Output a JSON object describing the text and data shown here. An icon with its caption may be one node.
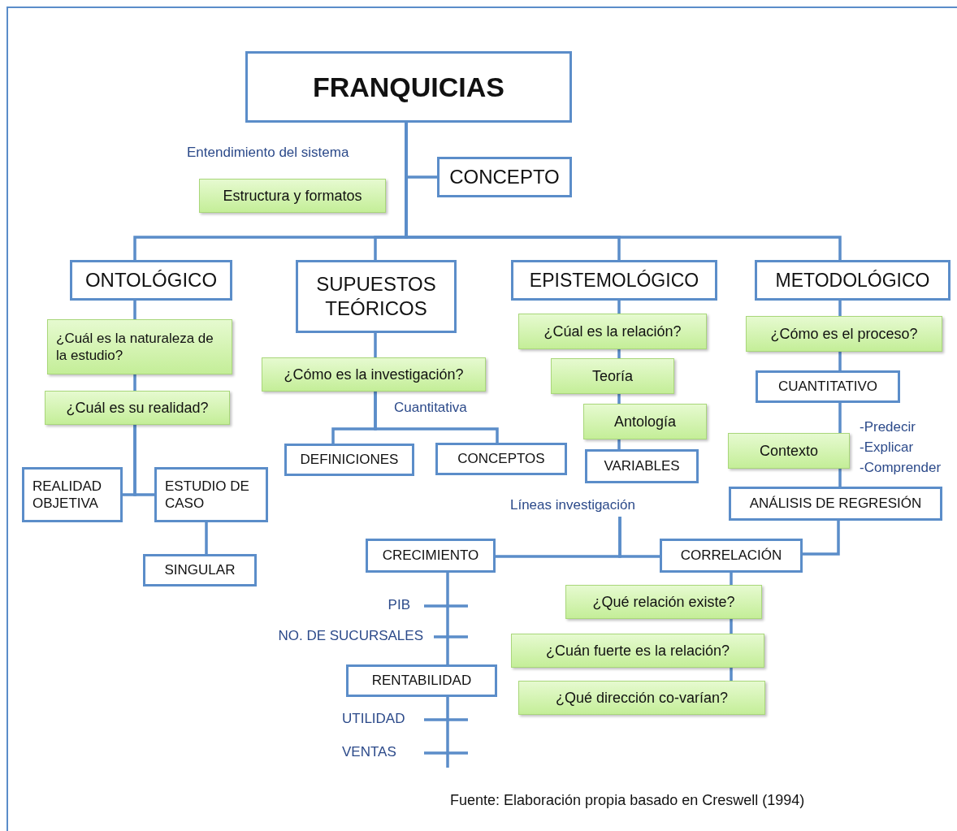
{
  "diagram": {
    "caption": "Fuente: Elaboración propia basado en Creswell (1994)",
    "nodes": [
      {
        "text": [
          "FRANQUICIAS"
        ]
      },
      {
        "text": [
          "CONCEPTO"
        ]
      },
      {
        "text": [
          "Estructura y formatos"
        ]
      },
      {
        "text": [
          "ONTOLÓGICO"
        ]
      },
      {
        "text": [
          "SUPUESTOS TEÓRICOS"
        ]
      },
      {
        "text": [
          "EPISTEMOLÓGICO"
        ]
      },
      {
        "text": [
          "METODOLÓGICO"
        ]
      },
      {
        "text": [
          "¿Cuál es la naturaleza de la estudio?"
        ]
      },
      {
        "text": [
          "¿Cuál es su realidad?"
        ]
      },
      {
        "text": [
          "REALIDAD OBJETIVA"
        ]
      },
      {
        "text": [
          "ESTUDIO DE CASO"
        ]
      },
      {
        "text": [
          "SINGULAR"
        ]
      },
      {
        "text": [
          "¿Cómo es la investigación?"
        ]
      },
      {
        "text": [
          "DEFINICIONES"
        ]
      },
      {
        "text": [
          "CONCEPTOS"
        ]
      },
      {
        "text": [
          "¿Cúal es la relación?"
        ]
      },
      {
        "text": [
          "Teoría"
        ]
      },
      {
        "text": [
          "Antología"
        ]
      },
      {
        "text": [
          "VARIABLES"
        ]
      },
      {
        "text": [
          "¿Cómo es el proceso?"
        ]
      },
      {
        "text": [
          "CUANTITATIVO"
        ]
      },
      {
        "text": [
          "Contexto"
        ]
      },
      {
        "text": [
          "ANÁLISIS DE REGRESIÓN"
        ]
      },
      {
        "text": [
          "CRECIMIENTO"
        ]
      },
      {
        "text": [
          "CORRELACIÓN"
        ]
      },
      {
        "text": [
          "¿Qué relación existe?"
        ]
      },
      {
        "text": [
          "¿Cuán fuerte es la relación?"
        ]
      },
      {
        "text": [
          "¿Qué dirección co-varían?"
        ]
      },
      {
        "text": [
          "RENTABILIDAD"
        ]
      },
      {
        "text": [
          "Líneas investigación"
        ]
      }
    ],
    "edges": [
      {
        "from": 0,
        "to": 1,
        "arrow": "none"
      },
      {
        "from": 0,
        "to": 3,
        "arrow": "none"
      },
      {
        "from": 0,
        "to": 4,
        "arrow": "none"
      },
      {
        "from": 0,
        "to": 5,
        "arrow": "none"
      },
      {
        "from": 0,
        "to": 6,
        "arrow": "none"
      },
      {
        "from": 3,
        "to": 7,
        "arrow": "none"
      },
      {
        "from": 7,
        "to": 8,
        "arrow": "none"
      },
      {
        "from": 8,
        "to": 9,
        "arrow": "none"
      },
      {
        "from": 8,
        "to": 10,
        "arrow": "none"
      },
      {
        "from": 10,
        "to": 11,
        "arrow": "none"
      },
      {
        "from": 4,
        "to": 12,
        "arrow": "none"
      },
      {
        "from": 12,
        "to": 13,
        "arrow": "none"
      },
      {
        "from": 12,
        "to": 14,
        "arrow": "none"
      },
      {
        "from": 5,
        "to": 15,
        "arrow": "none"
      },
      {
        "from": 15,
        "to": 16,
        "arrow": "none"
      },
      {
        "from": 16,
        "to": 17,
        "arrow": "none"
      },
      {
        "from": 17,
        "to": 18,
        "arrow": "none"
      },
      {
        "from": 6,
        "to": 19,
        "arrow": "none"
      },
      {
        "from": 19,
        "to": 20,
        "arrow": "none"
      },
      {
        "from": 20,
        "to": 21,
        "arrow": "none"
      },
      {
        "from": 21,
        "to": 22,
        "arrow": "none"
      },
      {
        "from": 22,
        "to": 24,
        "arrow": "none"
      },
      {
        "from": 29,
        "to": 23,
        "arrow": "none"
      },
      {
        "from": 29,
        "to": 24,
        "arrow": "none"
      },
      {
        "from": 24,
        "to": 25,
        "arrow": "none"
      },
      {
        "from": 25,
        "to": 26,
        "arrow": "none"
      },
      {
        "from": 26,
        "to": 27,
        "arrow": "none"
      },
      {
        "from": 23,
        "to": 28,
        "arrow": "none"
      },
      {
        "from": 28,
        "to": null,
        "arrow": "none"
      }
    ],
    "labels": [
      "Entendimiento del sistema",
      "Cuantitativa",
      "-Predecir",
      "-Explicar",
      "-Comprender",
      "PIB",
      "NO. DE SUCURSALES",
      "UTILIDAD",
      "VENTAS"
    ]
  }
}
